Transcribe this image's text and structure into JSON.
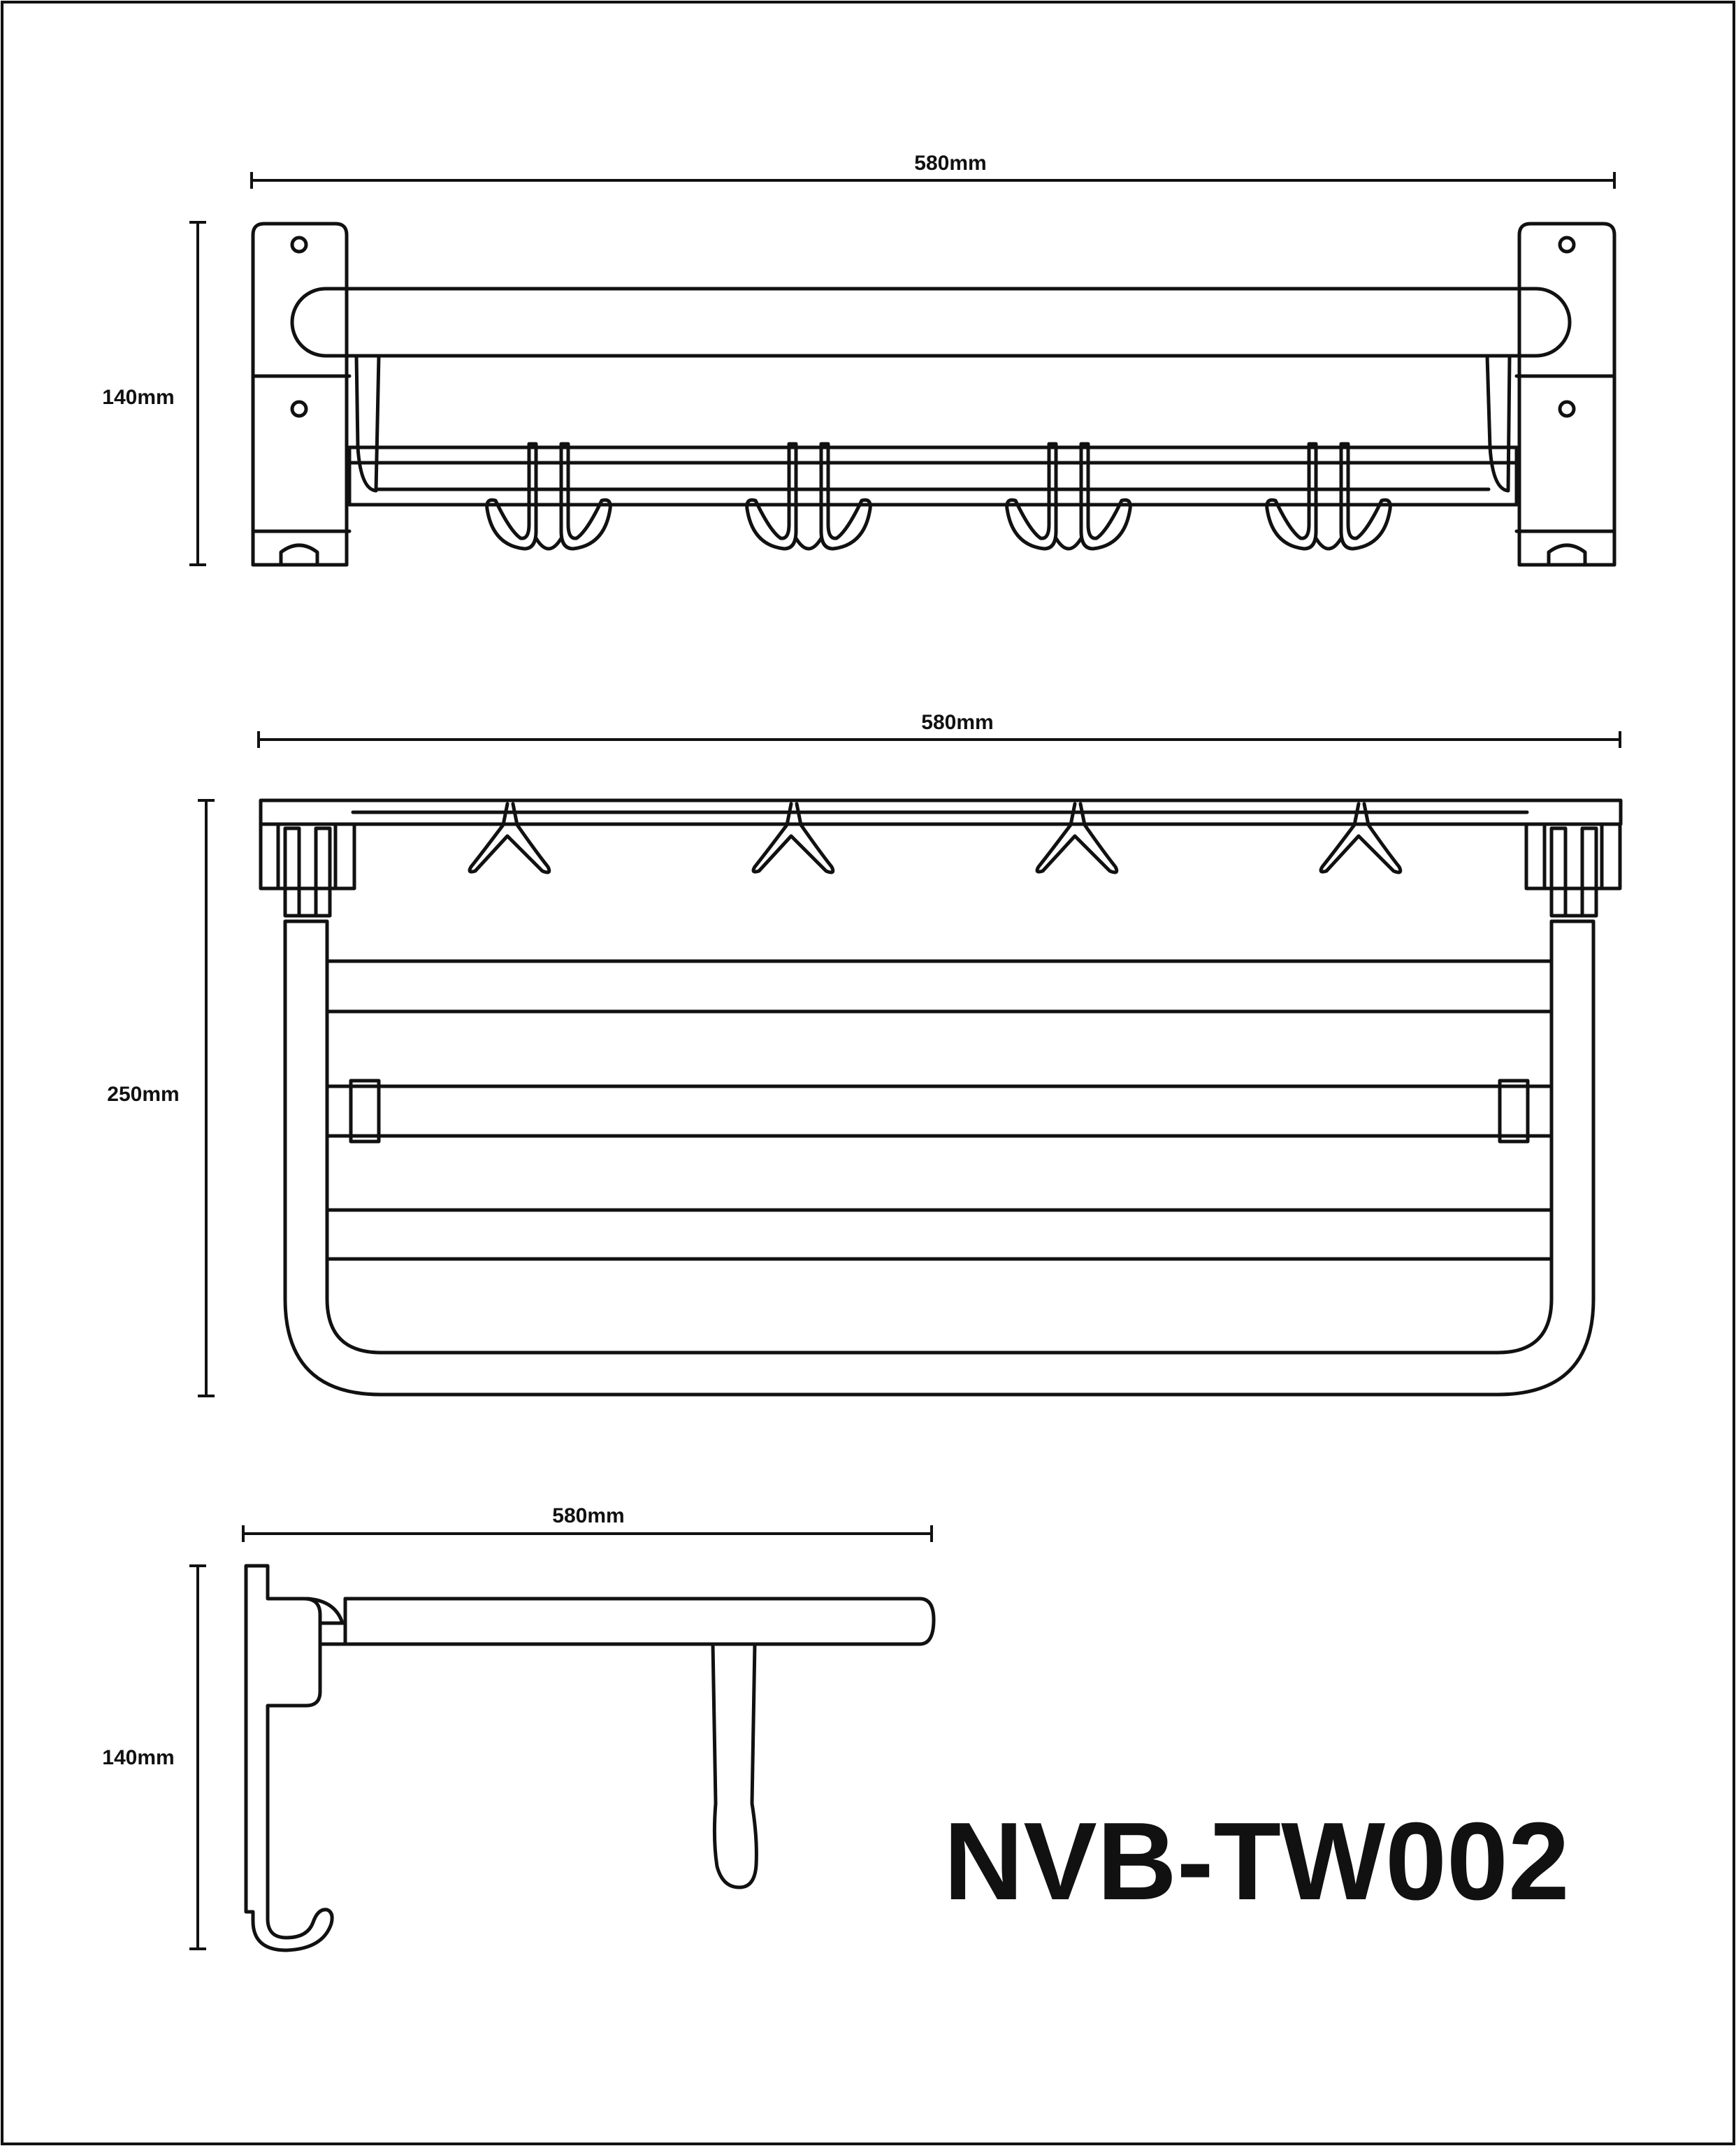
{
  "drawing": {
    "model": "NVB-TW002",
    "front_view": {
      "width_label": "580mm",
      "height_label": "140mm",
      "hook_count": 4
    },
    "top_view": {
      "width_label": "580mm",
      "depth_label": "250mm",
      "hook_count": 4
    },
    "side_view": {
      "width_label": "580mm",
      "height_label": "140mm"
    },
    "colors": {
      "line": "#111111",
      "background": "#ffffff"
    }
  }
}
